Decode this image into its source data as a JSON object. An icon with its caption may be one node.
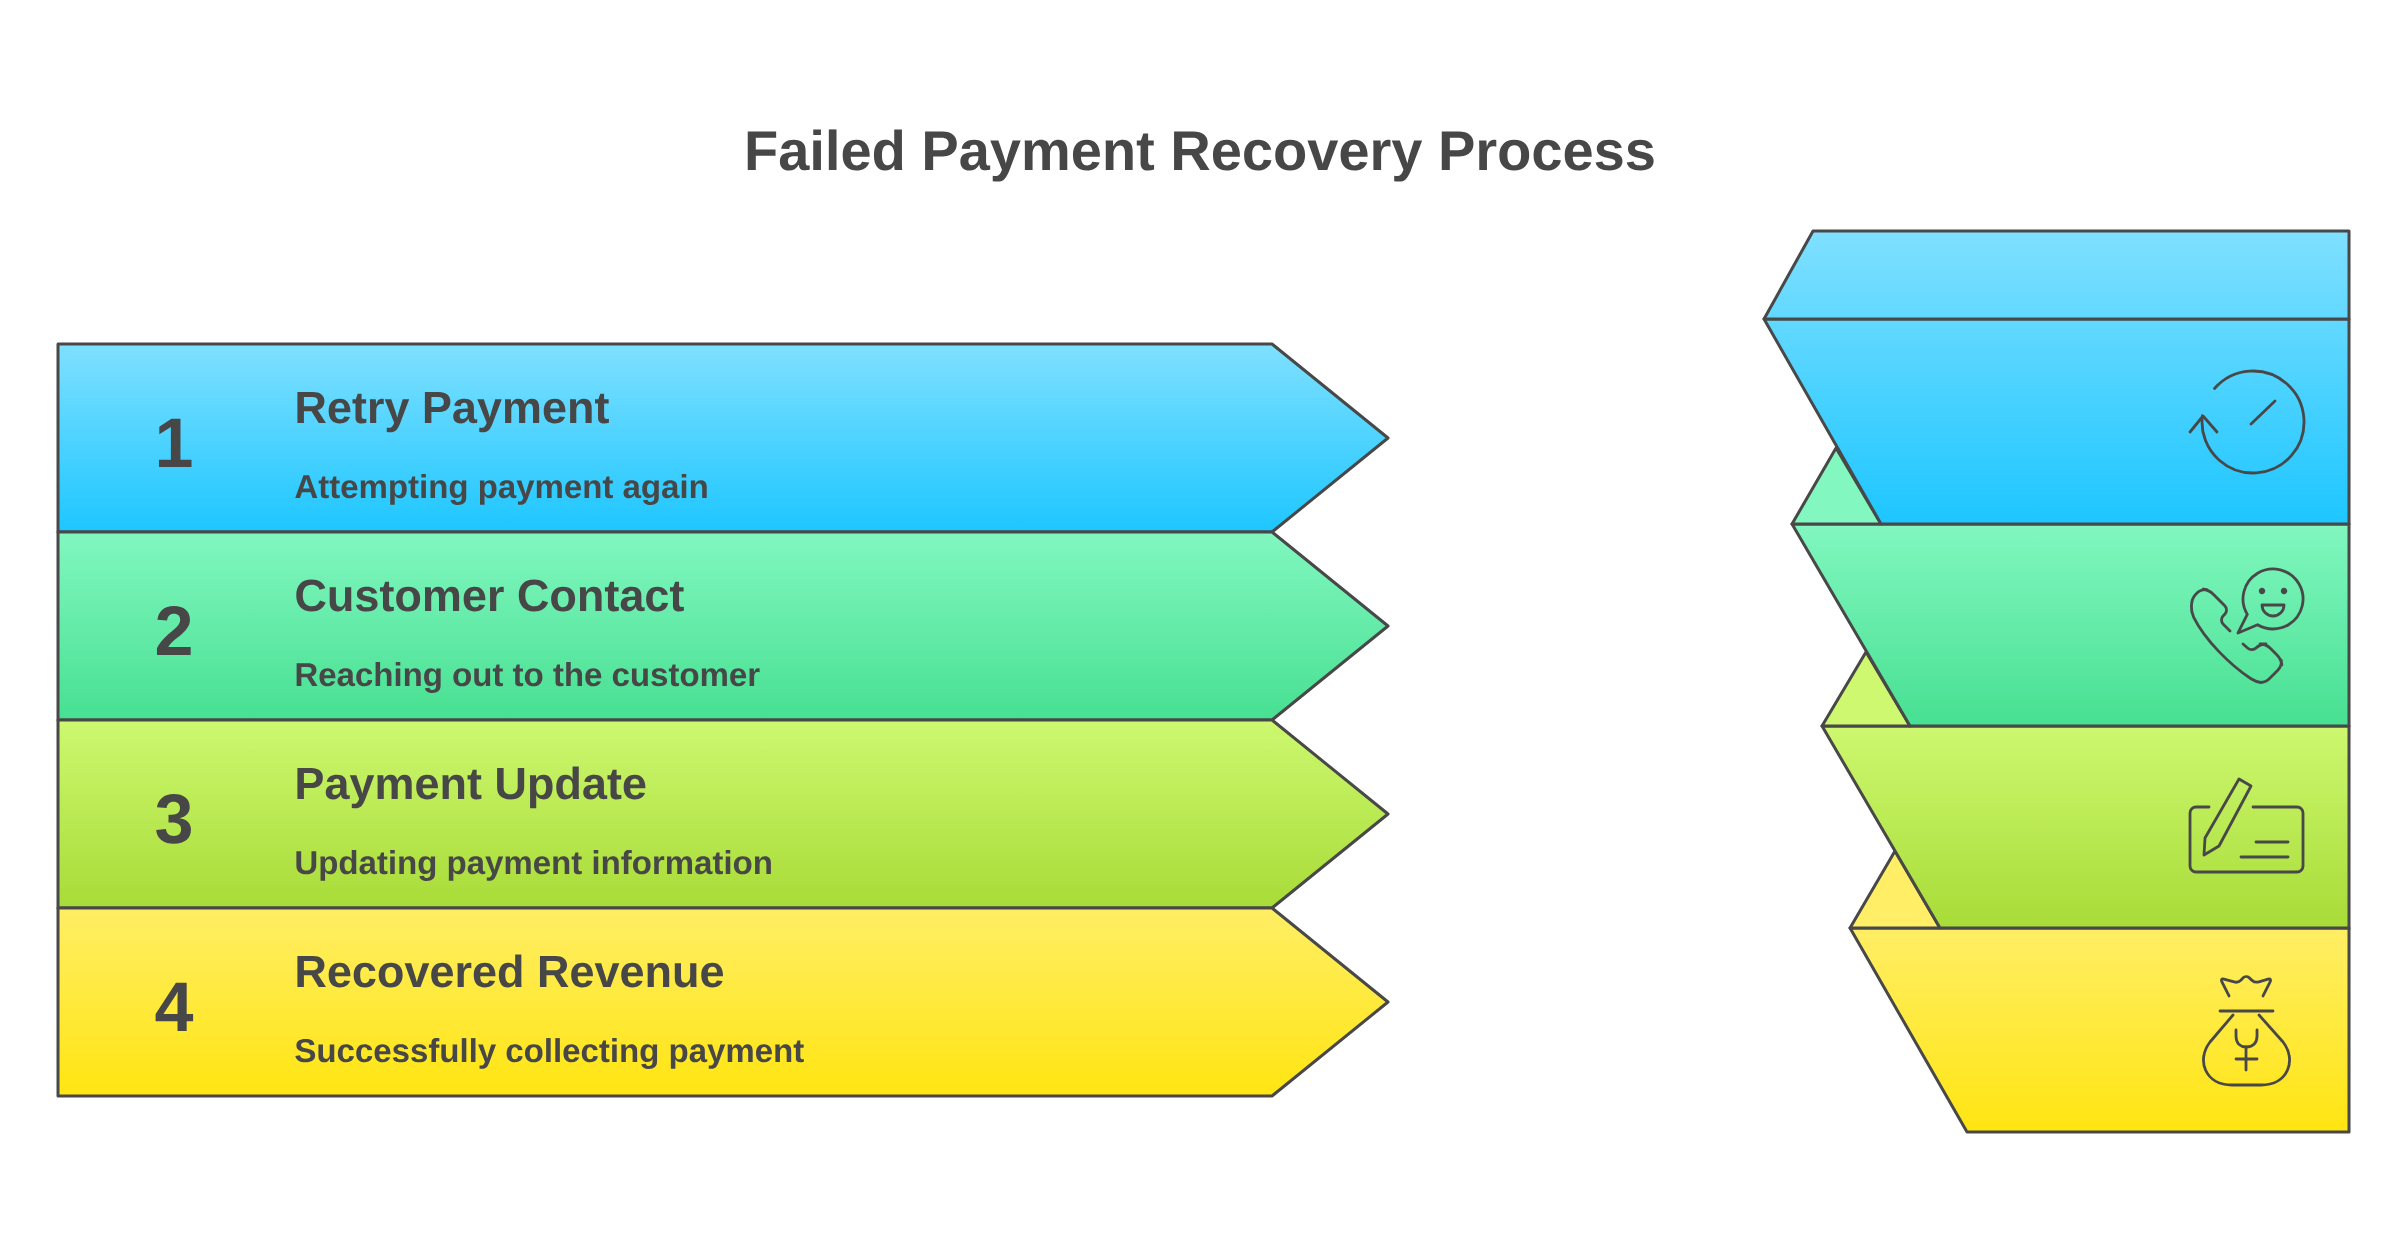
{
  "diagram": {
    "title": "Failed Payment Recovery Process",
    "nodes": [
      {
        "text": [
          "1",
          "Retry Payment",
          "Attempting payment again"
        ]
      },
      {
        "text": [
          "2",
          "Customer Contact",
          "Reaching out to the customer"
        ]
      },
      {
        "text": [
          "3",
          "Payment Update",
          "Updating payment information"
        ]
      },
      {
        "text": [
          "4",
          "Recovered Revenue",
          "Successfully collecting payment"
        ]
      }
    ]
  }
}
